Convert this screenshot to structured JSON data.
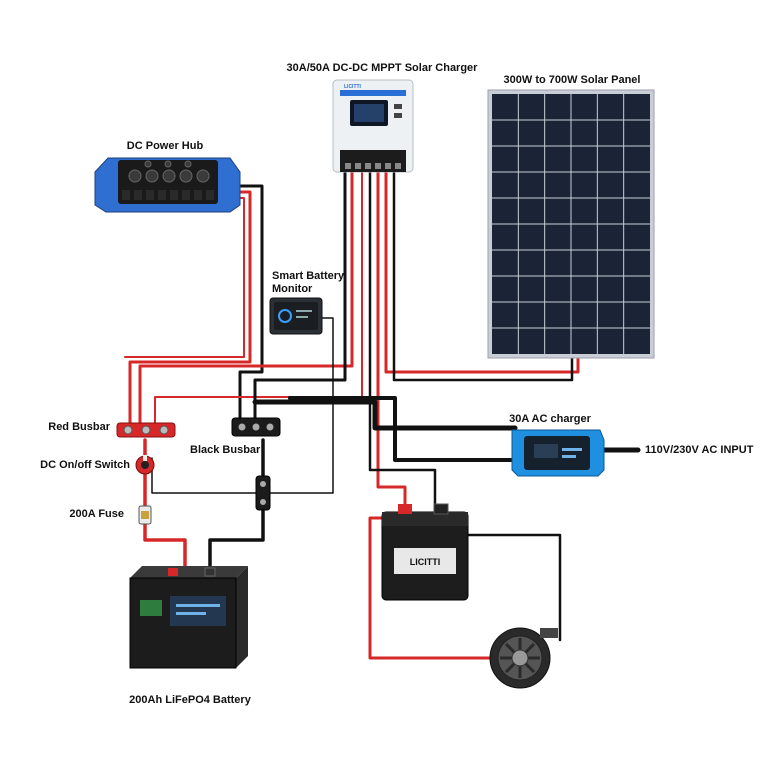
{
  "labels": {
    "mppt": "30A/50A DC-DC MPPT Solar Charger",
    "solar_panel": "300W to 700W Solar Panel",
    "power_hub": "DC Power Hub",
    "battery_monitor": "Smart Battery Monitor",
    "red_busbar": "Red Busbar",
    "dc_switch": "DC On/off Switch",
    "black_busbar": "Black Busbar",
    "fuse": "200A Fuse",
    "ac_charger": "30A AC charger",
    "ac_input": "110V/230V AC INPUT",
    "battery": "200Ah LiFePO4 Battery"
  },
  "brand": "LICITTI",
  "colors": {
    "red_wire": "#d62828",
    "black_wire": "#111111",
    "hub_blue": "#2f6fd1",
    "charger_blue": "#1f8fe0",
    "panel_cell": "#1a2436",
    "panel_frame": "#c9ced6"
  }
}
